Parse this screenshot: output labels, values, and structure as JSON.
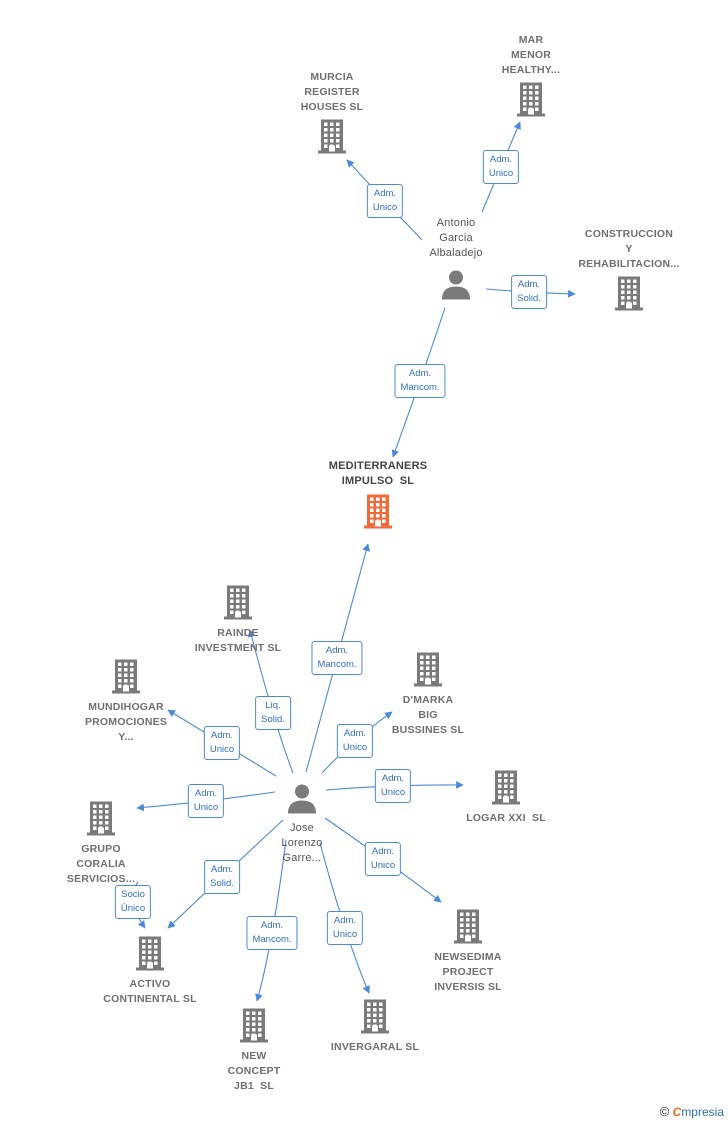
{
  "colors": {
    "edge": "#4a8ad6",
    "building": "#7a7a7a",
    "main_building": "#f26a3a",
    "person": "#7a7a7a"
  },
  "nodes": [
    {
      "id": "murcia",
      "kind": "company",
      "label": "MURCIA\nREGISTER\nHOUSES SL"
    },
    {
      "id": "mar",
      "kind": "company",
      "label": "MAR\nMENOR\nHEALTHY..."
    },
    {
      "id": "antonio",
      "kind": "person",
      "label": "Antonio\nGarcia\nAlbaladejo"
    },
    {
      "id": "construccion",
      "kind": "company",
      "label": "CONSTRUCCION\nY\nREHABILITACION..."
    },
    {
      "id": "mediterraners",
      "kind": "main",
      "label": "MEDITERRANERS\nIMPULSO  SL"
    },
    {
      "id": "rainde",
      "kind": "company",
      "label": "RAINDE\nINVESTMENT SL"
    },
    {
      "id": "mundihogar",
      "kind": "company",
      "label": "MUNDIHOGAR\nPROMOCIONES\nY..."
    },
    {
      "id": "dmarka",
      "kind": "company",
      "label": "D'MARKA\nBIG\nBUSSINES SL"
    },
    {
      "id": "jose",
      "kind": "person",
      "label": "Jose\nLorenzo\nGarre..."
    },
    {
      "id": "logar",
      "kind": "company",
      "label": "LOGAR XXI  SL"
    },
    {
      "id": "grupo",
      "kind": "company",
      "label": "GRUPO\nCORALIA\nSERVICIOS..."
    },
    {
      "id": "activo",
      "kind": "company",
      "label": "ACTIVO\nCONTINENTAL SL"
    },
    {
      "id": "newsedima",
      "kind": "company",
      "label": "NEWSEDIMA\nPROJECT\nINVERSIS SL"
    },
    {
      "id": "newconcept",
      "kind": "company",
      "label": "NEW\nCONCEPT\nJB1  SL"
    },
    {
      "id": "invergaral",
      "kind": "company",
      "label": "INVERGARAL SL"
    }
  ],
  "edges": [
    {
      "from": "antonio",
      "to": "murcia",
      "label": "Adm.\nUnico"
    },
    {
      "from": "antonio",
      "to": "mar",
      "label": "Adm.\nUnico"
    },
    {
      "from": "antonio",
      "to": "construccion",
      "label": "Adm.\nSolid."
    },
    {
      "from": "antonio",
      "to": "mediterraners",
      "label": "Adm.\nMancom."
    },
    {
      "from": "jose",
      "to": "mediterraners",
      "label": "Adm.\nMancom."
    },
    {
      "from": "jose",
      "to": "rainde",
      "label": "Liq.\nSolid."
    },
    {
      "from": "jose",
      "to": "mundihogar",
      "label": "Adm.\nUnico"
    },
    {
      "from": "jose",
      "to": "dmarka",
      "label": "Adm.\nUnico"
    },
    {
      "from": "jose",
      "to": "logar",
      "label": "Adm.\nUnico"
    },
    {
      "from": "jose",
      "to": "grupo",
      "label": "Adm.\nUnico"
    },
    {
      "from": "jose",
      "to": "activo",
      "label": "Adm.\nSolid."
    },
    {
      "from": "grupo",
      "to": "activo",
      "label": "Socio\nÚnico"
    },
    {
      "from": "jose",
      "to": "newsedima",
      "label": "Adm.\nUnico"
    },
    {
      "from": "jose",
      "to": "newconcept",
      "label": "Adm.\nMancom."
    },
    {
      "from": "jose",
      "to": "invergaral",
      "label": "Adm.\nUnico"
    }
  ],
  "footer": {
    "copyright": "©",
    "brand_first": "C",
    "brand_rest": "mpresia"
  }
}
